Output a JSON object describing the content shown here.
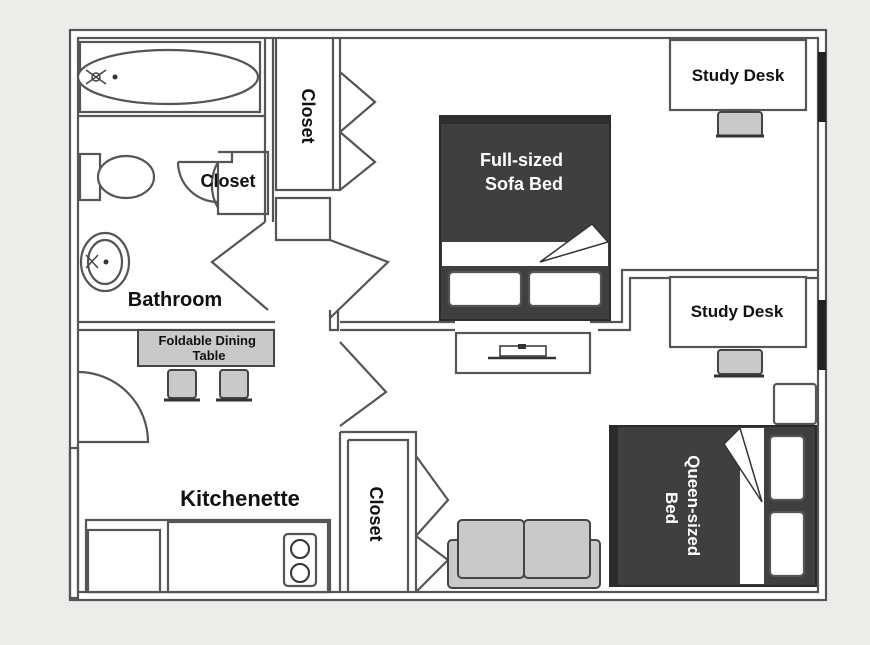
{
  "rooms": {
    "bathroom": "Bathroom",
    "kitchenette": "Kitchenette"
  },
  "closets": {
    "top": "Closet",
    "bathroom": "Closet",
    "bottom": "Closet"
  },
  "furniture": {
    "study_desk_top": "Study Desk",
    "study_desk_bottom": "Study Desk",
    "sofa_bed_line1": "Full-sized",
    "sofa_bed_line2": "Sofa Bed",
    "queen_bed_line1": "Queen-sized",
    "queen_bed_line2": "Bed",
    "dining_table_line1": "Foldable Dining",
    "dining_table_line2": "Table"
  },
  "colors": {
    "wall": "#555555",
    "floor": "#ffffff",
    "bed": "#3f3f3f",
    "background": "#ececeb"
  }
}
